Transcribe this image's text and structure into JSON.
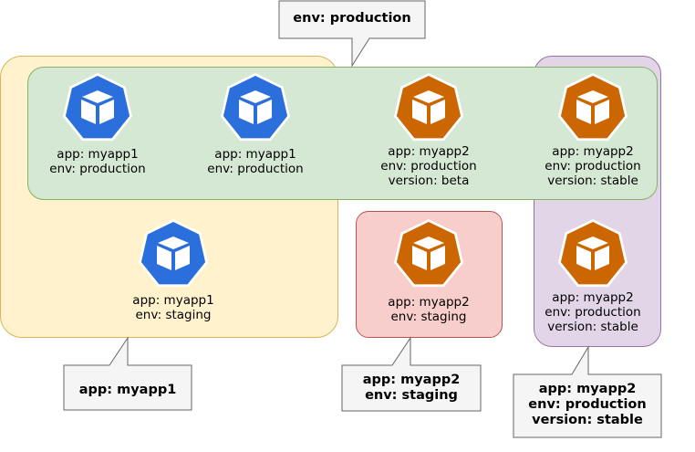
{
  "colors": {
    "blue": "#2a6fdb",
    "orange": "#cc6600",
    "yellow_fill": "#fff2cc",
    "yellow_stroke": "#d6b656",
    "green_fill": "#d5e8d4",
    "green_stroke": "#82b366",
    "red_fill": "#f8cecc",
    "red_stroke": "#b85450",
    "purple_fill": "#e1d5e7",
    "purple_stroke": "#9673a6",
    "callout_fill": "#f5f5f5",
    "callout_stroke": "#666666"
  },
  "pods": [
    {
      "icon": "kubernetes-pod-icon",
      "color": "blue",
      "lines": [
        "app: myapp1",
        "env: production"
      ]
    },
    {
      "icon": "kubernetes-pod-icon",
      "color": "blue",
      "lines": [
        "app: myapp1",
        "env: production"
      ]
    },
    {
      "icon": "kubernetes-pod-icon",
      "color": "orange",
      "lines": [
        "app: myapp2",
        "env: production",
        "version: beta"
      ]
    },
    {
      "icon": "kubernetes-pod-icon",
      "color": "orange",
      "lines": [
        "app: myapp2",
        "env: production",
        "version: stable"
      ]
    },
    {
      "icon": "kubernetes-pod-icon",
      "color": "blue",
      "lines": [
        "app: myapp1",
        "env: staging"
      ]
    },
    {
      "icon": "kubernetes-pod-icon",
      "color": "orange",
      "lines": [
        "app: myapp2",
        "env: staging"
      ]
    },
    {
      "icon": "kubernetes-pod-icon",
      "color": "orange",
      "lines": [
        "app: myapp2",
        "env: production",
        "version: stable"
      ]
    }
  ],
  "callouts": [
    {
      "lines": [
        "env: production"
      ]
    },
    {
      "lines": [
        "app: myapp1"
      ]
    },
    {
      "lines": [
        "app: myapp2",
        "env: staging"
      ]
    },
    {
      "lines": [
        "app: myapp2",
        "env: production",
        "version: stable"
      ]
    }
  ]
}
